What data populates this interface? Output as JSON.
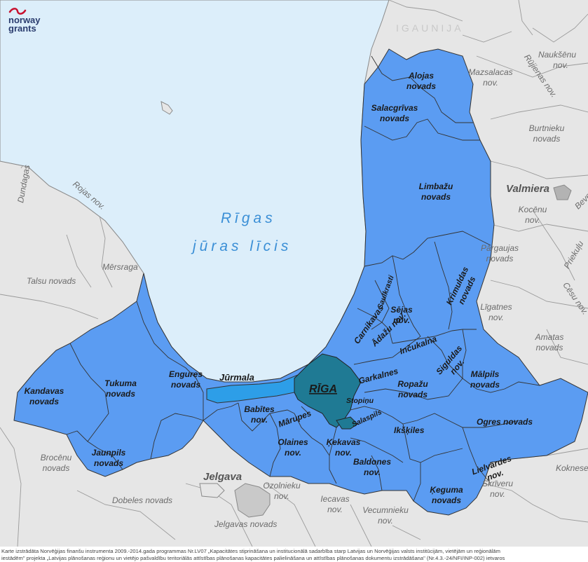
{
  "logo": {
    "line1": "norway",
    "line2": "grants"
  },
  "country": "IGAUNIJA",
  "sea": {
    "line1": "Rīgas",
    "line2": "jūras līcis"
  },
  "riga": "RĪGA",
  "jurmala": "Jūrmala",
  "regions": {
    "alojas": [
      "Alojas",
      "novads"
    ],
    "salacgrivas": [
      "Salacgrīvas",
      "novads"
    ],
    "limbazu": [
      "Limbažu",
      "novads"
    ],
    "krimuldas": [
      "Krimuldas",
      "novads"
    ],
    "sejas": [
      "Sējas",
      "nov."
    ],
    "saulkrasti": "Saulkrasti",
    "carnikavas": "Carnikavas",
    "adazu": "Ādažu nov.",
    "incukalna": "Inčukalna",
    "garkalnes": "Garkalnes",
    "siguldas": [
      "Siguldas",
      "nov."
    ],
    "malpils": [
      "Mālpils",
      "novads"
    ],
    "ropazu": [
      "Ropažu",
      "novads"
    ],
    "stopinu": "Stopiņu",
    "salaspils": "Salaspils",
    "ikskiles": "Ikšķiles",
    "ogres": "Ogres novads",
    "lielvardes": [
      "Lielvārdes",
      "nov."
    ],
    "keguma": [
      "Ķeguma",
      "novads"
    ],
    "baldones": [
      "Baldones",
      "nov."
    ],
    "kekavas": [
      "Ķekavas",
      "nov."
    ],
    "olaines": [
      "Olaines",
      "nov."
    ],
    "marupes": "Mārupes",
    "babites": [
      "Babītes",
      "nov."
    ],
    "engures": [
      "Engures",
      "novads"
    ],
    "tukuma": [
      "Tukuma",
      "novads"
    ],
    "kandavas": [
      "Kandavas",
      "novads"
    ],
    "jaunpils": [
      "Jaunpils",
      "novads"
    ]
  },
  "neighbors": {
    "mazsalacas": [
      "Mazsalacas",
      "nov."
    ],
    "rujienas": "Rūjienas nov.",
    "nauksenu": [
      "Naukšēnu",
      "nov."
    ],
    "burtnieku": [
      "Burtnieku",
      "novads"
    ],
    "valmiera": "Valmiera",
    "beverinas": "Beverīnas",
    "kocenu": [
      "Kocēnu",
      "nov."
    ],
    "pargaujas": [
      "Pārgaujas",
      "novads"
    ],
    "priekulu": "Priekuļu",
    "cesu": "Cēsu nov.",
    "ligatnes": [
      "Līgatnes",
      "nov."
    ],
    "amatas": [
      "Amatas",
      "novads"
    ],
    "koknese": "Koknese",
    "skriveru": [
      "Skrīveru",
      "nov."
    ],
    "vecumnieku": [
      "Vecumnieku",
      "nov."
    ],
    "iecavas": [
      "Iecavas",
      "nov."
    ],
    "ozolnieku": [
      "Ozolnieku",
      "nov."
    ],
    "jelgava": "Jelgava",
    "jelgavas": "Jelgavas novads",
    "dobeles": "Dobeles novads",
    "brocenu": [
      "Brocēnu",
      "novads"
    ],
    "talsu": "Talsu novads",
    "mersraga": "Mērsraga",
    "rojas": "Rojas nov.",
    "dundagas": "Dundagas"
  },
  "footer": {
    "line1": "Karte izstrādāta Norvēģijas finanšu instrumenta 2009.-2014.gada programmas Nr.LV07 „Kapacitātes stiprināšana un institucionālā sadarbība starp Latvijas un Norvēģijas valsts institūcijām, vietējām un reģionālām",
    "line2": "iestādēm\" projekta „Latvijas plānošanas reģionu un vietējo pašvaldību teritoriālās attīstības plānošanas kapacitātes palielināšana un attīstības plānošanas dokumentu izstrādāšana\" (Nr.4.3.-24/NFI/INP-002) ietvaros"
  },
  "colors": {
    "region": "#5b9cf2",
    "riga": "#1f7a94",
    "jurmala": "#2d9ee8",
    "sea": "#dceefa",
    "neighbor": "#e6e6e6"
  }
}
